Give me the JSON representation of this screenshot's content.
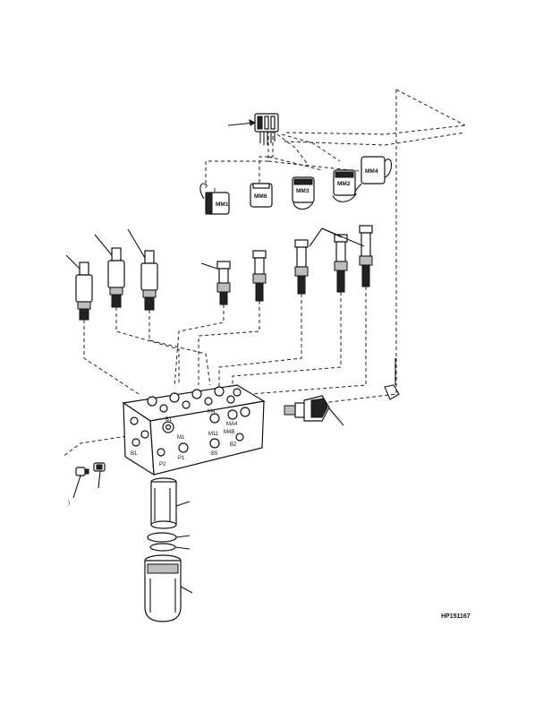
{
  "figure_id": "HP151167",
  "coils": [
    {
      "label": "MM1"
    },
    {
      "label": "MM6"
    },
    {
      "label": "MM3"
    },
    {
      "label": "MM2"
    },
    {
      "label": "MM4"
    }
  ],
  "port_labels": [
    "B1",
    "M4",
    "MA4",
    "M1",
    "P1",
    "B5",
    "B2",
    "P2",
    "M11",
    "M4B",
    "B1"
  ],
  "callout_fragment": ")"
}
